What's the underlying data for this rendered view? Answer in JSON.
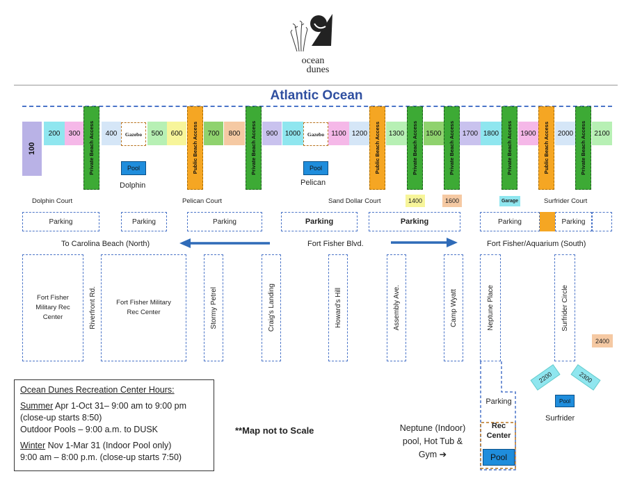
{
  "logo": {
    "line1": "ocean",
    "line2": "dunes"
  },
  "ocean_title": "Atlantic Ocean",
  "units": [
    {
      "label": "100",
      "color": "#b9b2e6"
    },
    {
      "label": "200",
      "color": "#8fe6ef"
    },
    {
      "label": "300",
      "color": "#f5b8e8"
    },
    {
      "label": "400",
      "color": "#d5e6f7"
    },
    {
      "label": "500",
      "color": "#b7f0b4"
    },
    {
      "label": "600",
      "color": "#f7f59a"
    },
    {
      "label": "700",
      "color": "#8fd26e"
    },
    {
      "label": "800",
      "color": "#f5c9a3"
    },
    {
      "label": "900",
      "color": "#c9c2ee"
    },
    {
      "label": "1000",
      "color": "#8fe6ef"
    },
    {
      "label": "1100",
      "color": "#f5b8e8"
    },
    {
      "label": "1200",
      "color": "#d5e6f7"
    },
    {
      "label": "1300",
      "color": "#b7f0b4"
    },
    {
      "label": "1500",
      "color": "#8fd26e"
    },
    {
      "label": "1700",
      "color": "#c9c2ee"
    },
    {
      "label": "1800",
      "color": "#8fe6ef"
    },
    {
      "label": "1900",
      "color": "#f5b8e8"
    },
    {
      "label": "2000",
      "color": "#d5e6f7"
    },
    {
      "label": "2100",
      "color": "#b7f0b4"
    }
  ],
  "access": {
    "private": "Private Beach Access",
    "public": "Public Beach Access"
  },
  "gazebo": "Gazebo",
  "pool": "Pool",
  "places": {
    "dolphin": "Dolphin",
    "pelican": "Pelican",
    "surfrider": "Surfrider"
  },
  "courts": {
    "dolphin": "Dolphin Court",
    "pelican": "Pelican Court",
    "sand_dollar": "Sand Dollar Court",
    "surfrider": "Surfrider Court"
  },
  "small_units": {
    "u1400": "1400",
    "u1600": "1600",
    "garage": "Garage",
    "u2400": "2400",
    "u2200": "2200",
    "u2300": "2300"
  },
  "parking": "Parking",
  "roads": {
    "north": "To Carolina Beach (North)",
    "blvd": "Fort Fisher Blvd.",
    "south": "Fort Fisher/Aquarium (South)"
  },
  "streets": {
    "rec_center_1": "Fort Fisher Military Rec Center",
    "riverfront": "Riverfront Rd.",
    "rec_center_2": "Fort Fisher Military Rec Center",
    "stormy": "Stormy Petrel",
    "craigs": "Craig's Landing",
    "howards": "Howard's Hill",
    "assembly": "Assembly Ave.",
    "camp": "Camp Wyatt",
    "neptune": "Neptune Place",
    "surfrider_circle": "Surfrider Circle"
  },
  "rec": {
    "parking": "Parking",
    "rec_center": "Rec Center",
    "pool": "Pool",
    "neptune_note": "Neptune (Indoor) pool, Hot Tub & Gym ➔"
  },
  "not_to_scale": "**Map not to Scale",
  "hours": {
    "title": "Ocean Dunes Recreation Center Hours:",
    "summer_label": "Summer",
    "summer_text": " Apr 1-Oct 31– 9:00 am to 9:00 pm",
    "summer_close": "(close-up starts 8:50)",
    "outdoor": "Outdoor Pools – 9:00 a.m. to DUSK",
    "winter_label": "Winter",
    "winter_text": " Nov 1-Mar 31 (Indoor Pool only)",
    "winter_hours": "9:00 am – 8:00 p.m. (close-up starts 7:50)"
  },
  "colors": {
    "private_access": "#3daa35",
    "public_access": "#f5a623",
    "pool": "#1f8ddc",
    "dash": "#4a74c8",
    "title": "#2f4fa0"
  }
}
